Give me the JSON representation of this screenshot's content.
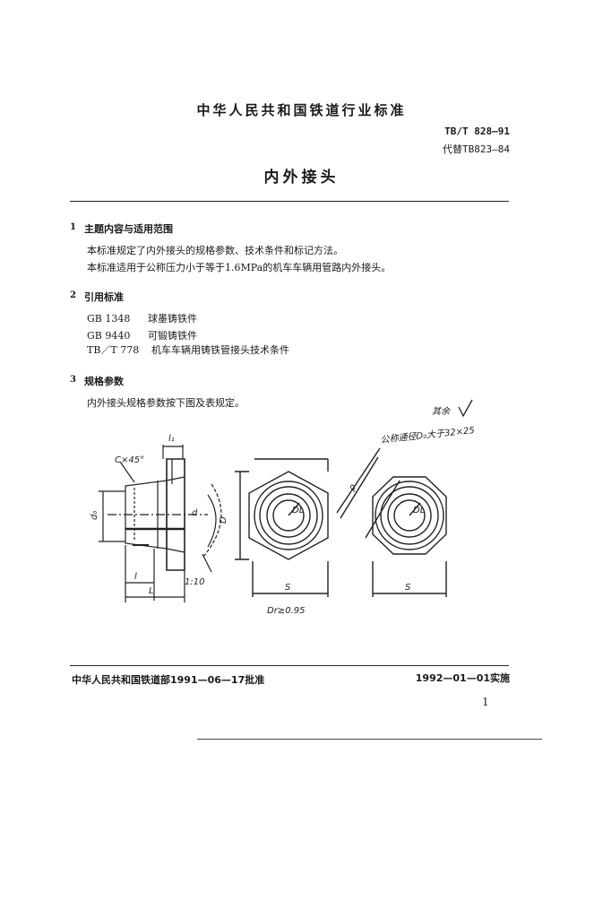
{
  "header": {
    "title": "中华人民共和国铁道行业标准",
    "code": "TB/T 828—91",
    "replaces": "代替TB823—84"
  },
  "document": {
    "title": "内外接头"
  },
  "sections": [
    {
      "number": "1",
      "title": "主题内容与适用范围",
      "paragraphs": [
        "本标准规定了内外接头的规格参数、技术条件和标记方法。",
        "本标准适用于公称压力小于等于1.6MPa的机车车辆用管路内外接头。"
      ]
    },
    {
      "number": "2",
      "title": "引用标准",
      "references": [
        {
          "code": "GB 1348",
          "name": "球墨铸铁件"
        },
        {
          "code": "GB 9440",
          "name": "可锻铸铁件"
        },
        {
          "code": "TB／T 778",
          "name": "机车车辆用铸铁管接头技术条件"
        }
      ]
    },
    {
      "number": "3",
      "title": "规格参数",
      "paragraphs": [
        "内外接头规格参数按下图及表规定。"
      ]
    }
  ],
  "figure": {
    "surface_note": "其余",
    "nominal_note": "公称通径D₀大于32×25",
    "chamfer": "C×45°",
    "labels": {
      "l1": "l₁",
      "d0": "d₀",
      "d": "d",
      "D": "D",
      "l": "l",
      "L": "L",
      "S": "S",
      "DL": "DL",
      "angle": "1:10",
      "Dr": "Dr≥0.95"
    }
  },
  "footer": {
    "approval": "中华人民共和国铁道部1991—06—17批准",
    "effective": "1992—01—01实施",
    "page": "1"
  }
}
